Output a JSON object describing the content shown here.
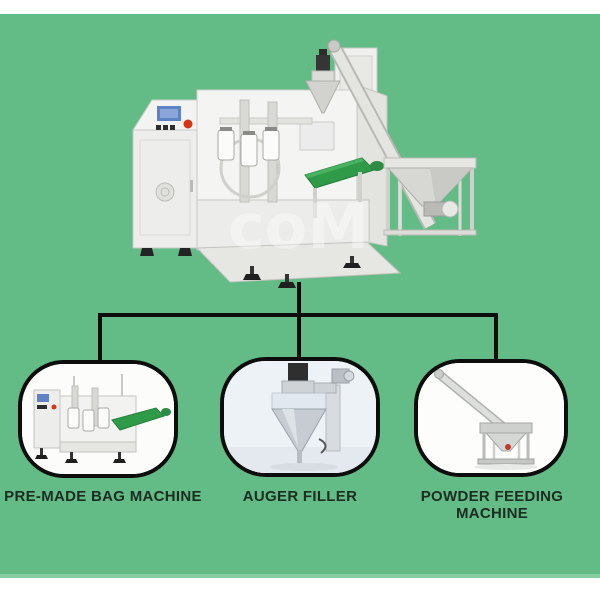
{
  "panel": {
    "bg": "#63bb85",
    "edge_strip": "#85cda1",
    "page_bg": "#ffffff"
  },
  "connectors": {
    "color": "#0d0d0d"
  },
  "hero": {
    "watermark_text": "coM"
  },
  "cards": [
    {
      "id": "pre-made-bag-machine",
      "label": "PRE-MADE BAG MACHINE"
    },
    {
      "id": "auger-filler",
      "label": "AUGER FILLER"
    },
    {
      "id": "powder-feeding-machine",
      "label": "POWDER FEEDING MACHINE"
    }
  ],
  "text": {
    "label_color": "#1b2d20"
  }
}
